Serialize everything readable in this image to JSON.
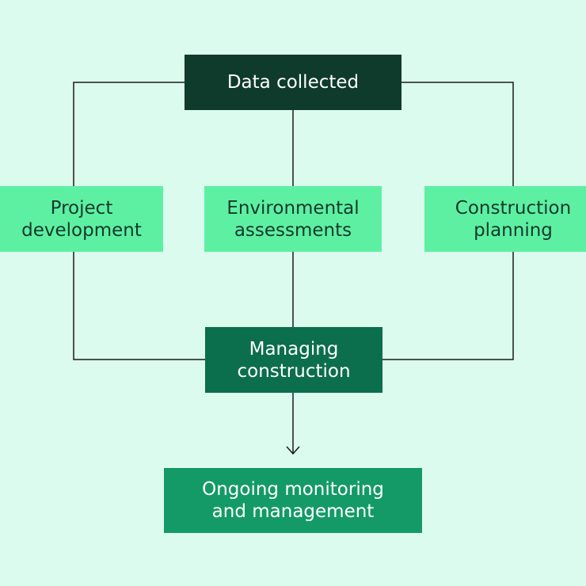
{
  "nodes": {
    "data_collected": "Data collected",
    "project_development": "Project\ndevelopment",
    "environmental_assessments": "Environmental\nassessments",
    "construction_planning": "Construction\nplanning",
    "managing_construction": "Managing\nconstruction",
    "ongoing_monitoring": "Ongoing monitoring\nand management"
  },
  "colors": {
    "background": "#dcfbef",
    "top": "#0f3b2c",
    "stage": "#5ef0a2",
    "managing": "#0b6e4c",
    "ongoing": "#139a67",
    "line": "#1a1a1a"
  }
}
